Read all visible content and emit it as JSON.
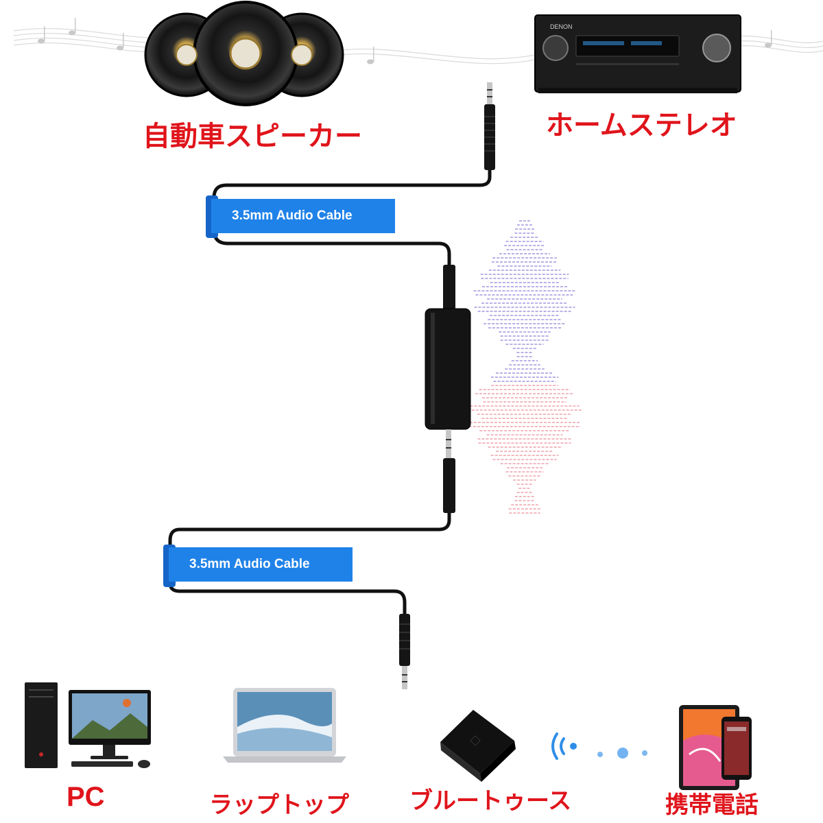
{
  "labels": {
    "car_speaker": "自動車スピーカー",
    "home_stereo": "ホームステレオ",
    "pc": "PC",
    "laptop": "ラップトップ",
    "bluetooth": "ブルートゥース",
    "mobile_phone": "携帯電話"
  },
  "cables": {
    "top_label": "3.5mm Audio Cable",
    "bottom_label": "3.5mm Audio Cable"
  },
  "stereo_brand": "DENON",
  "colors": {
    "label_red": "#e0141b",
    "cable_tag_blue": "#1f82e8",
    "cable_black": "#111111",
    "wave_upper": "#b8b0e6",
    "wave_lower": "#f2b8c0",
    "bluetooth_signal": "#2f8de8"
  },
  "icons": [
    "speaker-icon",
    "stereo-receiver-icon",
    "desktop-pc-icon",
    "laptop-icon",
    "bluetooth-receiver-icon",
    "wireless-signal-icon",
    "tablet-phone-icon",
    "ground-loop-isolator-icon",
    "audio-jack-icon",
    "sound-wave-icon"
  ]
}
